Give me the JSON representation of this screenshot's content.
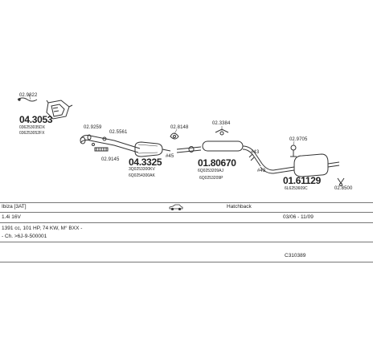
{
  "parts": {
    "p_02_9822": "02.9822",
    "p_04_3053": "04.3053",
    "p_04_3053_code1": "036253035DX",
    "p_04_3053_code2": "036253052FX",
    "p_02_9259": "02.9259",
    "p_02_5561": "02.5561",
    "p_02_9145": "02.9145",
    "p_04_3325": "04.3325",
    "p_04_3325_code1": "3Q0253300KV",
    "p_04_3325_code2": "6Q0254300AK",
    "p_45a": "#45",
    "p_02_8148": "02.8148",
    "p_02_3384": "02.3384",
    "p_01_80670": "01.80670",
    "p_01_80670_code1": "6Q0253209AJ",
    "p_01_80670_code2": "6Q0253209P",
    "p_43a": "#43",
    "p_02_9705": "02.9705",
    "p_43b": "#43",
    "p_01_61129": "01.61129",
    "p_01_61129_code": "6L6253609C",
    "p_02_8500": "02.8500"
  },
  "info": {
    "model": "Ibiza [3AT]",
    "body": "Hatchback",
    "engine": "1.4i 16V",
    "years": "03/06 - 11/09",
    "spec": "1391 cc, 101 HP, 74 KW, M° BXX -",
    "chassis": "- Ch. >6J-9-500001",
    "ref": "C310389"
  },
  "icons": {
    "car": "car-side-icon"
  }
}
